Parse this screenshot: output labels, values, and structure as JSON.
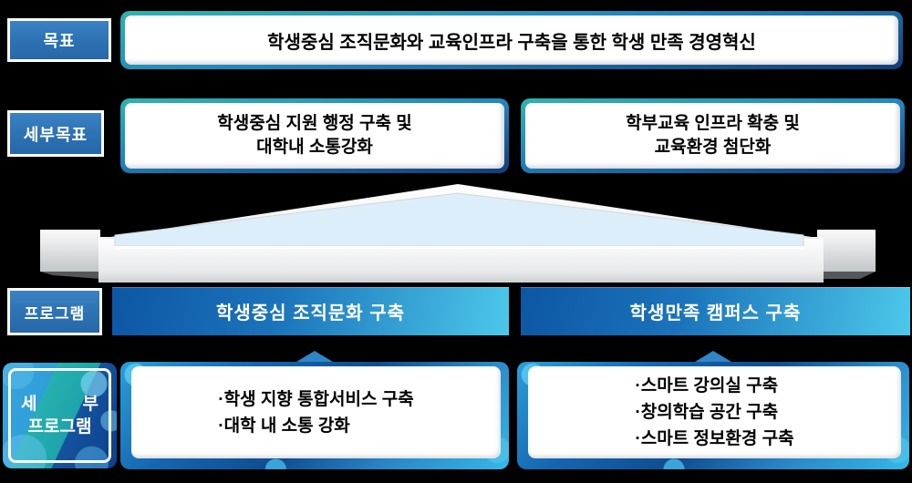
{
  "palette": {
    "background": "#000000",
    "label_blue": "#2e74b5",
    "frame_teal": "#2fb3ae",
    "frame_navy": "#123e78",
    "program_gradient_dark": "#0d56a4",
    "program_gradient_light": "#4cc8ea",
    "pediment_fill": "#ddeefb",
    "bokeh_blue": "#2a9fd8",
    "text_dark": "#000000",
    "text_light": "#ffffff"
  },
  "rows": {
    "goal": {
      "label": "목표",
      "text": "학생중심 조직문화와 교육인프라 구축을 통한 학생 만족 경영혁신"
    },
    "sub_goal": {
      "label": "세부목표",
      "boxes": [
        {
          "line1": "학생중심 지원 행정 구축 및",
          "line2": "대학내 소통강화"
        },
        {
          "line1": "학부교육 인프라 확충 및",
          "line2": "교육환경 첨단화"
        }
      ]
    },
    "program": {
      "label": "프로그램",
      "boxes": [
        {
          "text": "학생중심 조직문화 구축"
        },
        {
          "text": "학생만족 캠퍼스 구축"
        }
      ]
    },
    "sub_program": {
      "label_line1_left": "세",
      "label_line1_right": "부",
      "label_line2": "프로그램",
      "boxes": [
        {
          "items": [
            "·학생 지향 통합서비스 구축",
            "·대학 내 소통 강화"
          ]
        },
        {
          "items": [
            "·스마트 강의실 구축",
            "·창의학습 공간 구축",
            "·스마트 정보환경 구축"
          ]
        }
      ]
    }
  }
}
